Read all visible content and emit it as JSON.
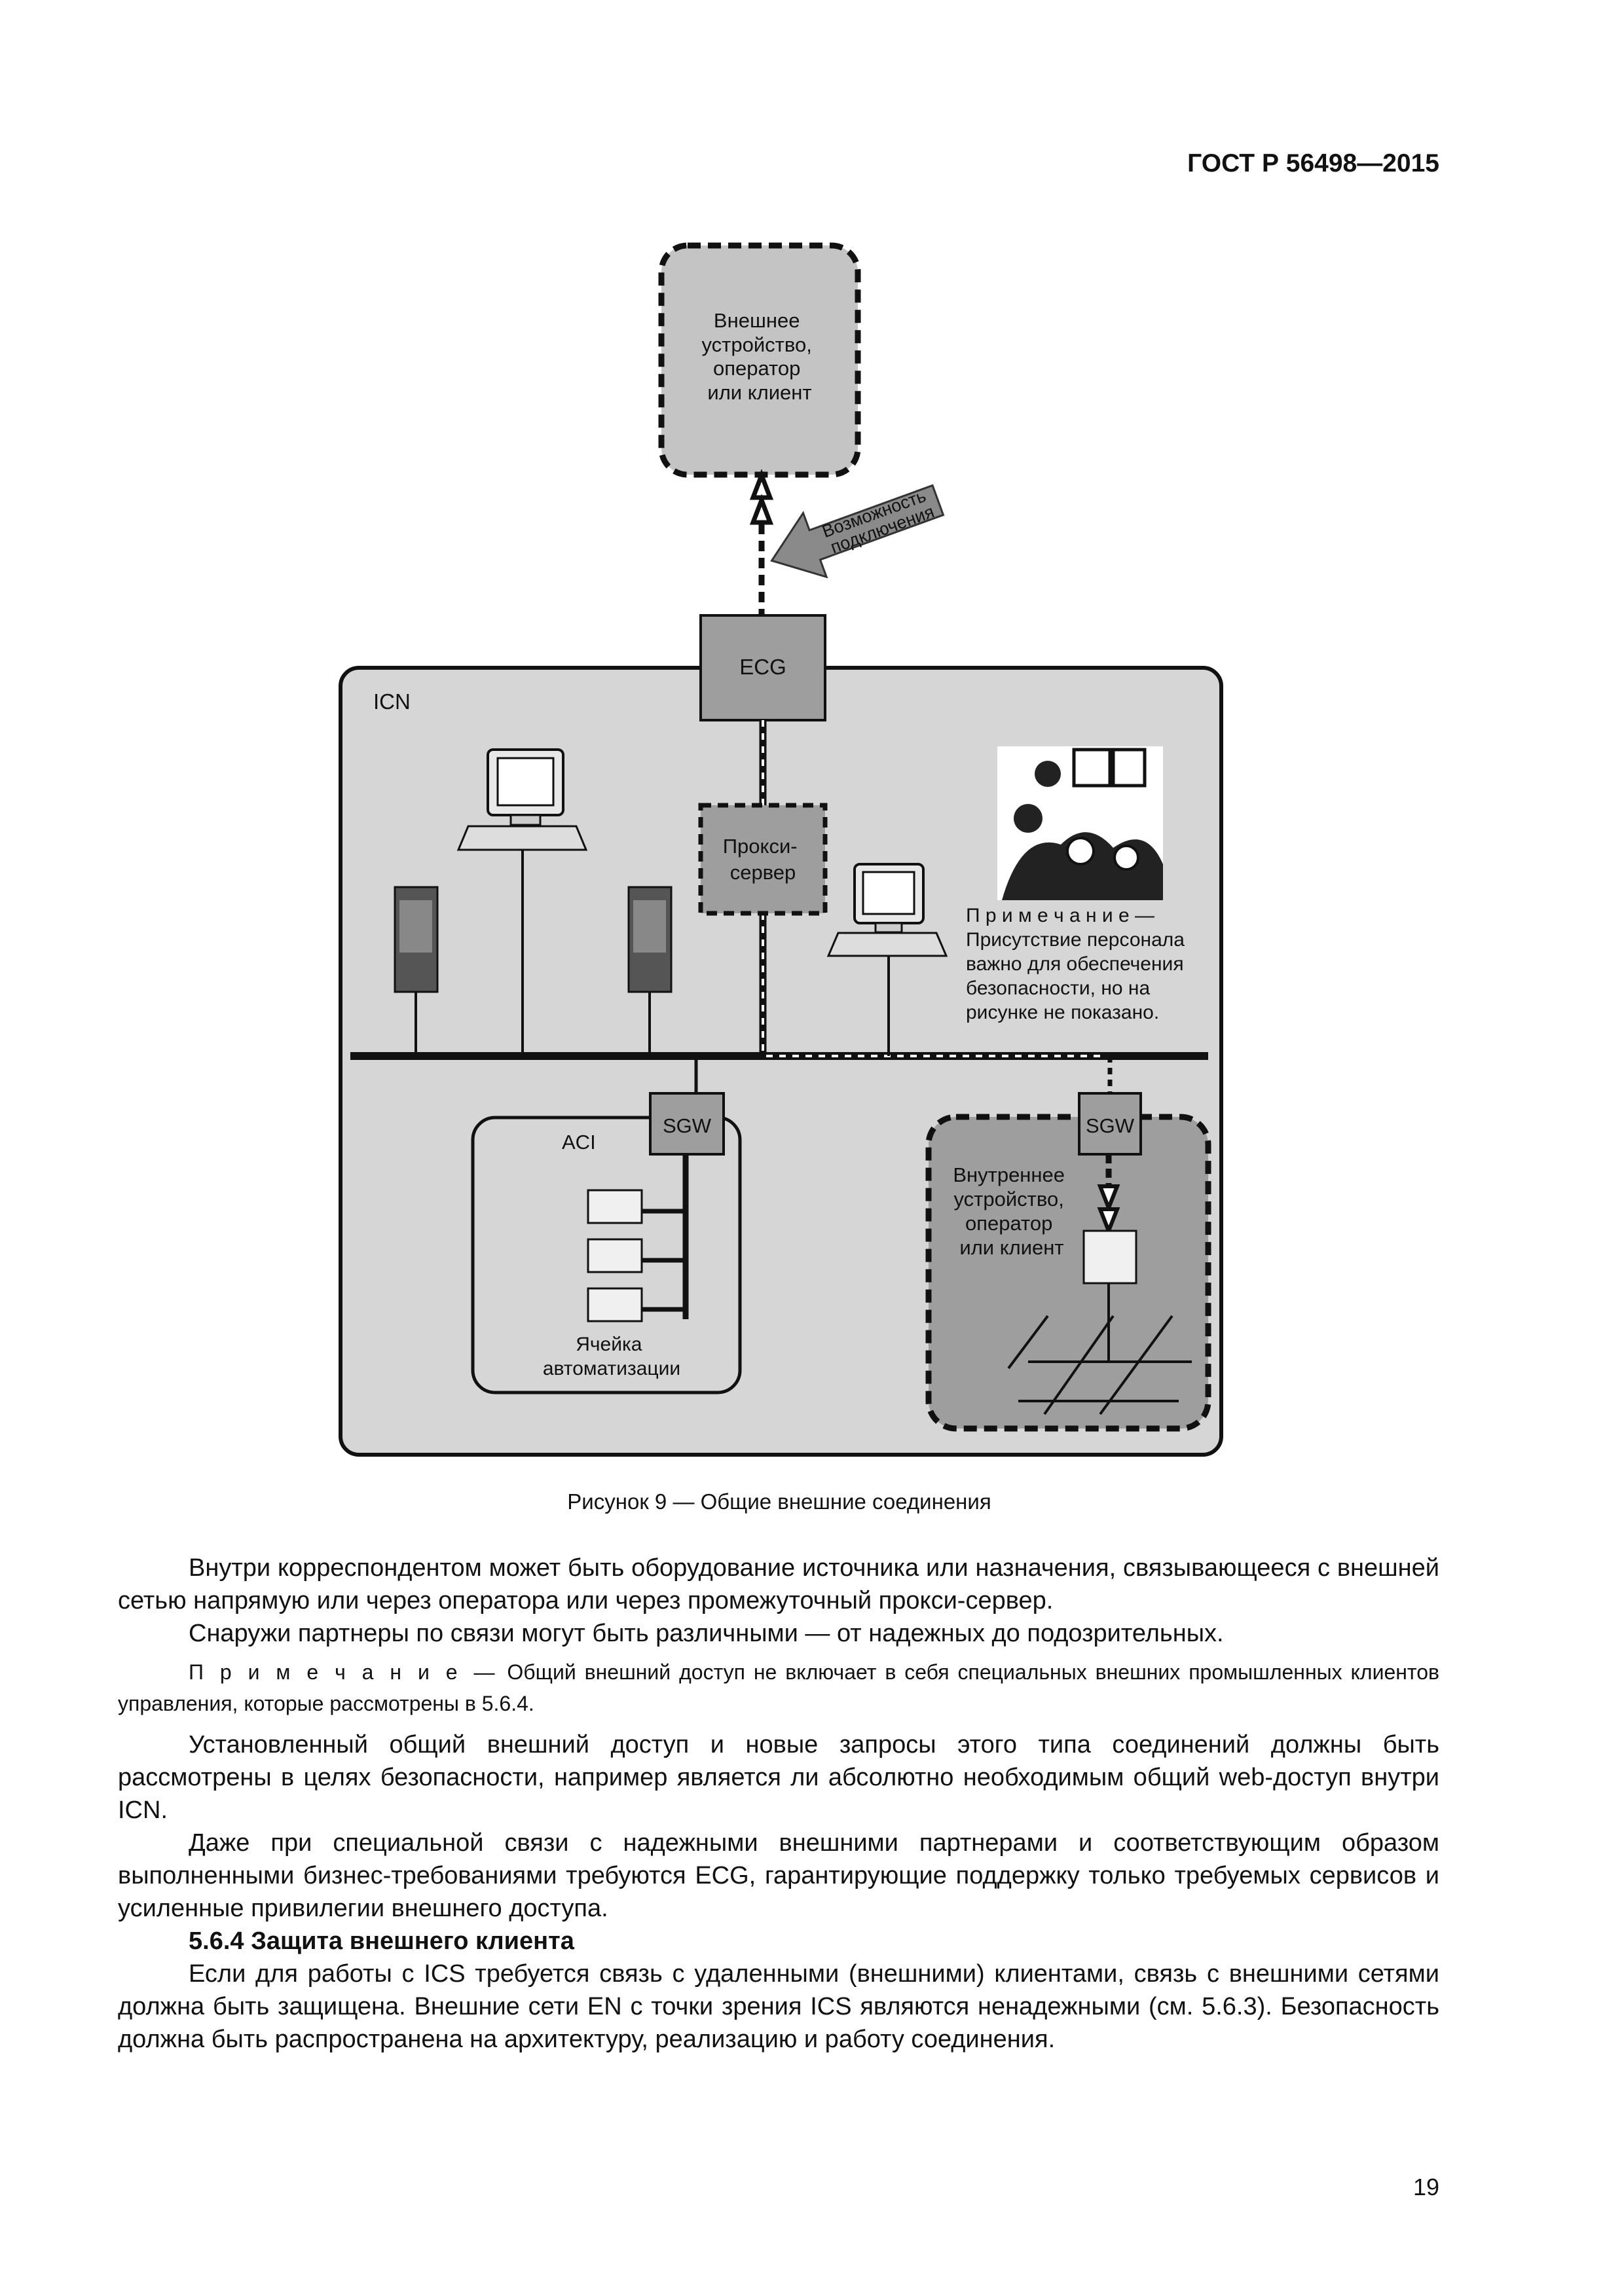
{
  "header": "ГОСТ Р 56498—2015",
  "figure": {
    "external_box": [
      "Внешнее",
      "устройство,",
      "оператор",
      "или клиент"
    ],
    "connection_label": [
      "Возможность",
      "подключения"
    ],
    "icn_label": "ICN",
    "ecg_label": "ECG",
    "proxy_label": [
      "Прокси-",
      "сервер"
    ],
    "note_title": "П р и м е ч а н и е —",
    "note_lines": [
      "Присутствие персонала",
      "важно для обеспечения",
      "безопасности, но на",
      "рисунке не показано."
    ],
    "sgw_left": "SGW",
    "sgw_right": "SGW",
    "aci_label": "ACI",
    "cell_label": [
      "Ячейка",
      "автоматизации"
    ],
    "internal_box": [
      "Внутреннее",
      "устройство,",
      "оператор",
      "или клиент"
    ]
  },
  "caption": "Рисунок 9 — Общие внешние соединения",
  "paragraphs": {
    "p1": "Внутри корреспондентом может быть оборудование источника или назначения, связывающееся с внешней сетью напрямую или через оператора или через промежуточный прокси-сервер.",
    "p2": "Снаружи партнеры по связи могут быть различными — от надежных до подозрительных.",
    "note_label": "П р и м е ч а н и е —",
    "note_text": " Общий внешний доступ не включает в себя специальных внешних промышленных клиентов управления, которые рассмотрены в 5.6.4.",
    "p3": "Установленный общий внешний доступ и новые запросы этого типа соединений должны быть рассмотрены в целях безопасности, например является ли абсолютно необходимым общий web-доступ внутри ICN.",
    "p4": "Даже при специальной связи с надежными внешними партнерами и соответствующим образом выполненными бизнес-требованиями требуются ECG, гарантирующие поддержку только требуемых сервисов и усиленные привилегии внешнего доступа.",
    "section_heading": "5.6.4 Защита внешнего клиента",
    "p5": "Если для работы с ICS требуется связь с удаленными (внешними) клиентами, связь с внешними сетями должна быть защищена. Внешние сети EN с точки зрения ICS являются ненадежными (см. 5.6.3). Безопасность должна быть распространена на архитектуру, реализацию и работу соединения."
  },
  "page_number": "19"
}
